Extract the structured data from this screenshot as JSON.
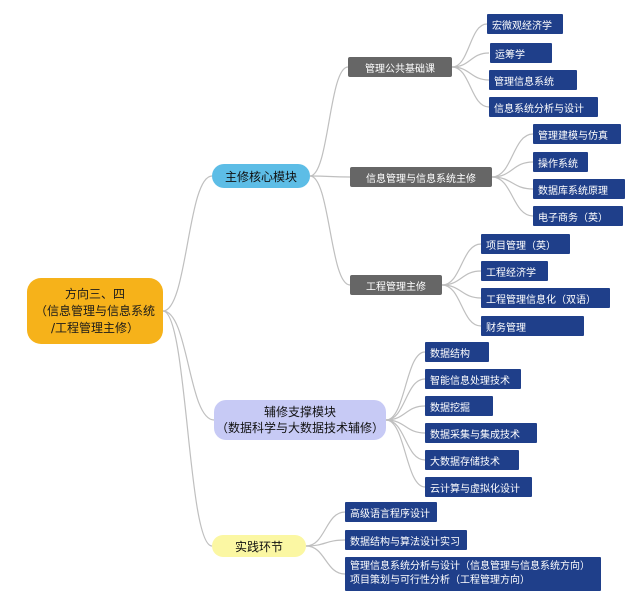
{
  "root": {
    "lines": [
      "方向三、四",
      "（信息管理与信息系统",
      "/工程管理主修）"
    ]
  },
  "main_module": {
    "label": "主修核心模块",
    "categories": [
      {
        "label": "管理公共基础课",
        "items": [
          "宏微观经济学",
          "运筹学",
          "管理信息系统",
          "信息系统分析与设计"
        ]
      },
      {
        "label": "信息管理与信息系统主修",
        "items": [
          "管理建模与仿真",
          "操作系统",
          "数据库系统原理",
          "电子商务（英）"
        ]
      },
      {
        "label": "工程管理主修",
        "items": [
          "项目管理（英）",
          "工程经济学",
          "工程管理信息化（双语）",
          "财务管理"
        ]
      }
    ]
  },
  "aux_module": {
    "lines": [
      "辅修支撑模块",
      "（数据科学与大数据技术辅修）"
    ],
    "items": [
      "数据结构",
      "智能信息处理技术",
      "数据挖掘",
      "数据采集与集成技术",
      "大数据存储技术",
      "云计算与虚拟化设计"
    ]
  },
  "practice": {
    "label": "实践环节",
    "items": [
      "高级语言程序设计",
      "数据结构与算法设计实习"
    ],
    "combined_item": [
      "管理信息系统分析与设计（信息管理与信息系统方向）",
      "项目策划与可行性分析（工程管理方向）"
    ]
  }
}
